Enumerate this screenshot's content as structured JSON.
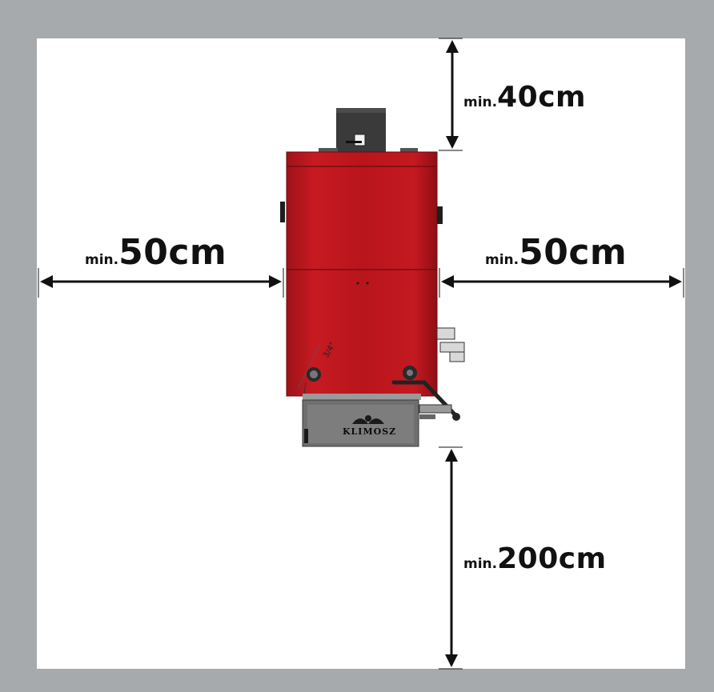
{
  "colors": {
    "frame": "#a7aaac",
    "room": "#ffffff",
    "boiler_red": "#c0171f",
    "boiler_dark": "#8f0e14",
    "ashbox": "#6f6f6f",
    "chimney": "#3a3a3a",
    "arrow": "#111111"
  },
  "clearances": {
    "top": {
      "prefix": "min.",
      "value": "40cm"
    },
    "left": {
      "prefix": "min.",
      "value": "50cm"
    },
    "right": {
      "prefix": "min.",
      "value": "50cm"
    },
    "front": {
      "prefix": "min.",
      "value": "200cm"
    }
  },
  "boiler": {
    "pipe_size": "3/4\"",
    "brand": "KLIMOSZ"
  },
  "icons": [
    "double-arrow-icon",
    "chimney-icon",
    "boiler-icon",
    "ashbox-icon",
    "lever-icon",
    "logo-ornament-icon"
  ]
}
